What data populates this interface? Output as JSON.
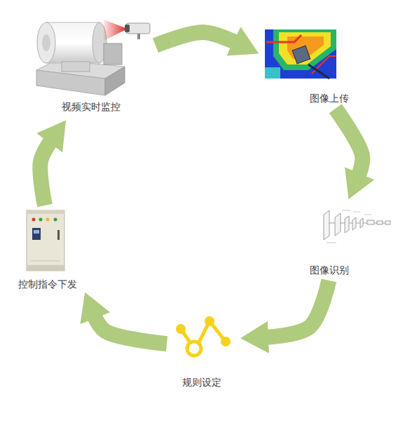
{
  "diagram": {
    "nodes": [
      {
        "text": [
          "视频实时监控"
        ]
      },
      {
        "text": [
          "图像上传"
        ]
      },
      {
        "text": [
          "图像识别"
        ]
      },
      {
        "text": [
          "规则设定"
        ]
      },
      {
        "text": [
          "控制指令下发"
        ]
      }
    ],
    "edges": [
      {
        "from": 0,
        "to": 1,
        "arrow": "to"
      },
      {
        "from": 1,
        "to": 2,
        "arrow": "to"
      },
      {
        "from": 2,
        "to": 3,
        "arrow": "to"
      },
      {
        "from": 3,
        "to": 4,
        "arrow": "to"
      },
      {
        "from": 4,
        "to": 0,
        "arrow": "to"
      }
    ]
  }
}
